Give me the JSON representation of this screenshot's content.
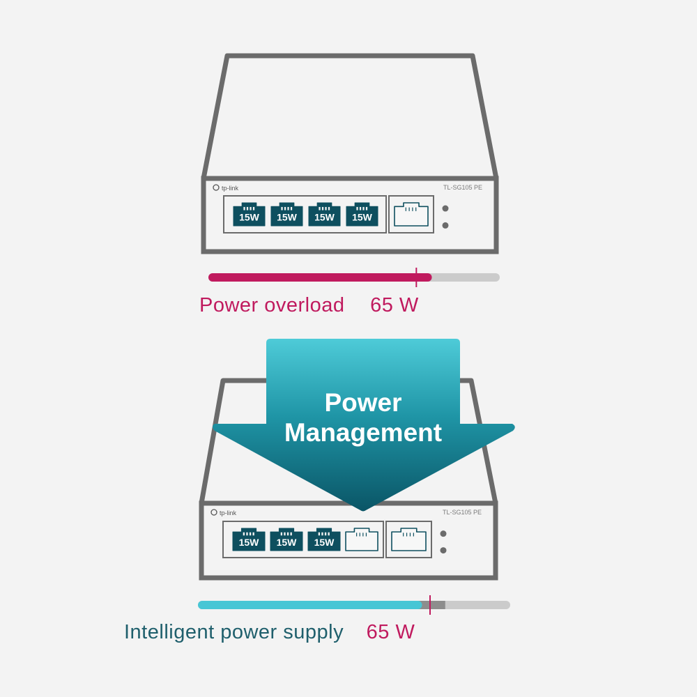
{
  "colors": {
    "outline": "#6b6b6b",
    "port_fill": "#0e4f5f",
    "overload_bar": "#c01a5e",
    "track": "#cbcbcb",
    "smart_bar": "#47c6d5",
    "reserved": "#8d8d8d",
    "teal_dark": "#1f5f6c",
    "arrow_top": "#4ecbd8",
    "arrow_bottom": "#0a5566",
    "background": "#f3f3f3"
  },
  "top_switch": {
    "brand": "tp-link",
    "model": "TL-SG105 PE",
    "ports": [
      {
        "label": "15W",
        "active": true
      },
      {
        "label": "15W",
        "active": true
      },
      {
        "label": "15W",
        "active": true
      },
      {
        "label": "15W",
        "active": true
      }
    ],
    "uplink_port": {
      "active": false
    }
  },
  "overload": {
    "caption": "Power overload",
    "budget": "65 W",
    "load_fraction": 0.76,
    "budget_fraction": 0.72
  },
  "arrow": {
    "line1": "Power",
    "line2": "Management"
  },
  "bottom_switch": {
    "brand": "tp-link",
    "model": "TL-SG105 PE",
    "ports": [
      {
        "label": "15W",
        "active": true
      },
      {
        "label": "15W",
        "active": true
      },
      {
        "label": "15W",
        "active": true
      },
      {
        "label": "",
        "active": false
      }
    ],
    "uplink_port": {
      "active": false
    }
  },
  "supply": {
    "caption": "Intelligent power supply",
    "budget": "65 W",
    "used_fraction": 0.71,
    "reserved_fraction": 0.09,
    "budget_fraction": 0.75
  }
}
